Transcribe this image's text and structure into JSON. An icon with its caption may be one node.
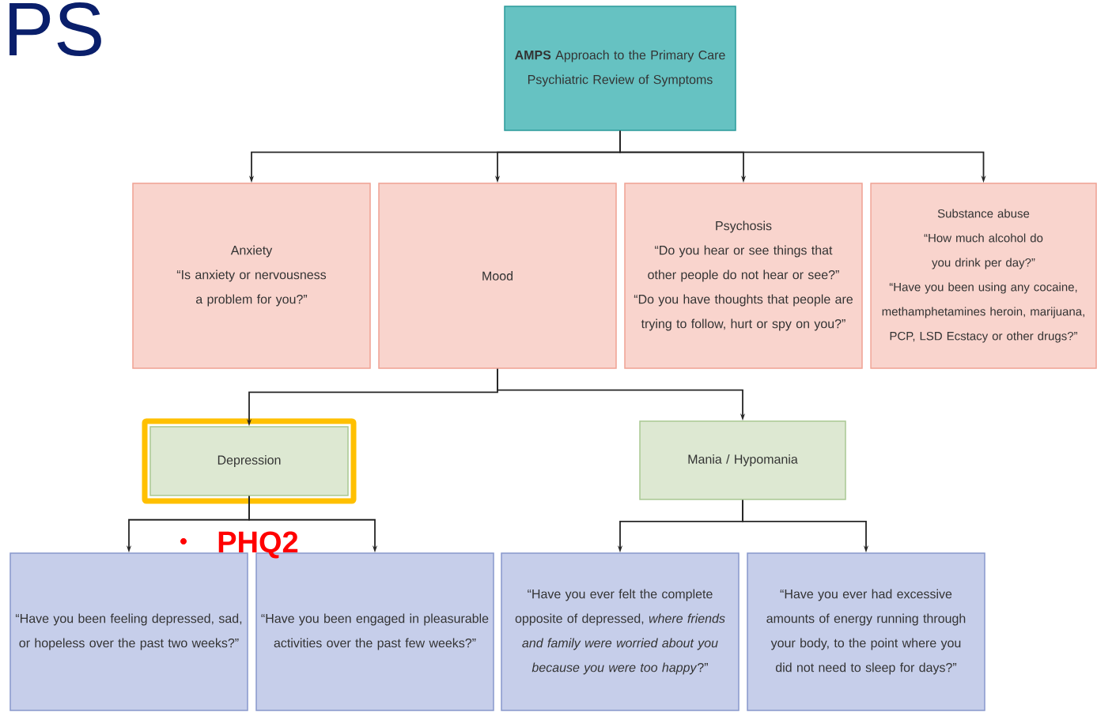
{
  "diagram": {
    "nodes": [
      {
        "text": [
          "**AMPS** Approach to the Primary Care Psychiatric Review of Symptoms"
        ]
      },
      {
        "text": [
          "Anxiety",
          "“Is anxiety or nervousness a problem for you?”"
        ]
      },
      {
        "text": [
          "Mood"
        ]
      },
      {
        "text": [
          "Psychosis",
          "“Do you hear or see things that other people do not hear or see?”",
          "“Do you have thoughts that people are trying to follow, hurt or spy on you?”"
        ]
      },
      {
        "text": [
          "Substance abuse",
          "“How much alcohol do you drink per day?”",
          "“Have you been using any cocaine, methamphetamines heroin, marijuana, PCP, LSD Ecstacy or other drugs?”"
        ]
      },
      {
        "text": [
          "Depression"
        ]
      },
      {
        "text": [
          "Mania / Hypomania"
        ]
      },
      {
        "text": [
          "“Have you been feeling depressed, sad, or hopeless over the past two weeks?”"
        ]
      },
      {
        "text": [
          "“Have you been engaged in pleasurable activities over the past few weeks?”"
        ]
      },
      {
        "text": [
          "“Have you ever felt the complete opposite of depressed, *where friends and family were worried about you because you were too happy*?”"
        ]
      },
      {
        "text": [
          "“Have you ever had excessive amounts of energy running through your body, to the point where you did not need to sleep for days?”"
        ]
      }
    ],
    "edges": [
      {
        "from": 0,
        "to": 1,
        "arrow": "to"
      },
      {
        "from": 0,
        "to": 2,
        "arrow": "to"
      },
      {
        "from": 0,
        "to": 3,
        "arrow": "to"
      },
      {
        "from": 0,
        "to": 4,
        "arrow": "to"
      },
      {
        "from": 2,
        "to": 5,
        "arrow": "to"
      },
      {
        "from": 2,
        "to": 6,
        "arrow": "to"
      },
      {
        "from": 5,
        "to": 7,
        "arrow": "to"
      },
      {
        "from": 5,
        "to": 8,
        "arrow": "to"
      },
      {
        "from": 6,
        "to": 9,
        "arrow": "to"
      },
      {
        "from": 6,
        "to": 10,
        "arrow": "to"
      }
    ],
    "labels": [
      "PS",
      "PHQ2"
    ]
  }
}
